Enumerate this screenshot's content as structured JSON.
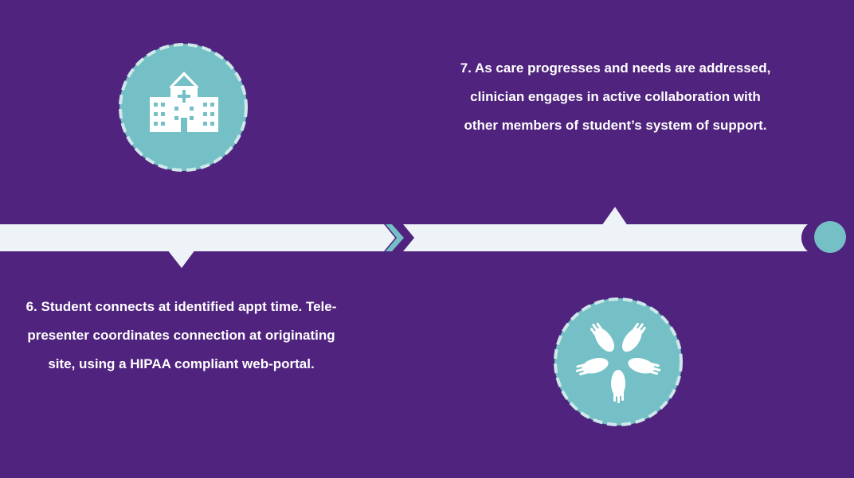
{
  "colors": {
    "background": "#4f237e",
    "timeline_bar": "#eef3f7",
    "teal": "#75c0c6",
    "circle_dash": "#cfe8ea",
    "text": "#ffffff"
  },
  "steps": [
    {
      "id": "step-6",
      "lines": [
        "6. Student connects at identified appt time. Tele-",
        "presenter coordinates connection at originating",
        "site, using a HIPAA compliant web-portal."
      ],
      "icon": "hospital-icon"
    },
    {
      "id": "step-7",
      "lines": [
        "7. As care progresses and needs are addressed,",
        "clinician engages in active collaboration with",
        "other members of student’s system of support."
      ],
      "icon": "hands-together-icon"
    }
  ]
}
